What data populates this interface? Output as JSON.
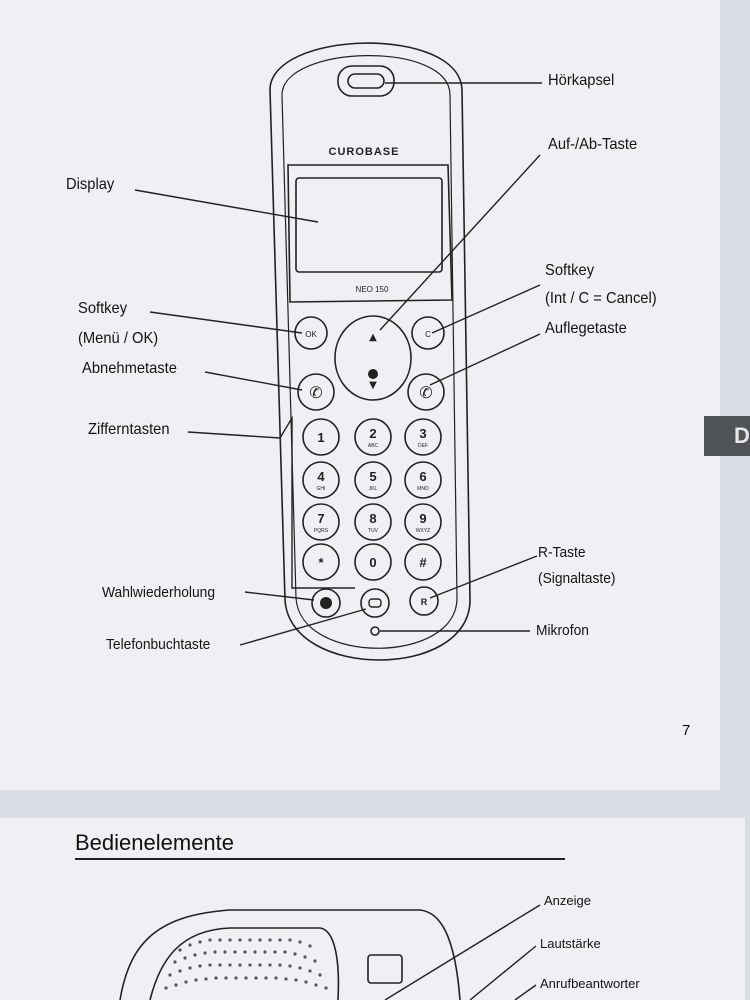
{
  "handset": {
    "brand": "CUROBASE",
    "model": "NEO 150",
    "keys": [
      {
        "digit": "1",
        "sub": ""
      },
      {
        "digit": "2",
        "sub": "ABC"
      },
      {
        "digit": "3",
        "sub": "DEF"
      },
      {
        "digit": "4",
        "sub": "GHI"
      },
      {
        "digit": "5",
        "sub": "JKL"
      },
      {
        "digit": "6",
        "sub": "MNO"
      },
      {
        "digit": "7",
        "sub": "PQRS"
      },
      {
        "digit": "8",
        "sub": "TUV"
      },
      {
        "digit": "9",
        "sub": "WXYZ"
      },
      {
        "digit": "*",
        "sub": ""
      },
      {
        "digit": "0",
        "sub": ""
      },
      {
        "digit": "#",
        "sub": ""
      }
    ],
    "softkey_left_label": "OK",
    "softkey_right_label": "C",
    "r_key_label": "R"
  },
  "labels": {
    "hoerkapsel": "Hörkapsel",
    "auf_ab_taste": "Auf-/Ab-Taste",
    "display": "Display",
    "softkey_right_line1": "Softkey",
    "softkey_right_line2": "(Int / C = Cancel)",
    "softkey_left_line1": "Softkey",
    "softkey_left_line2": "(Menü / OK)",
    "auflegetaste": "Auflegetaste",
    "abnehmetaste": "Abnehmetaste",
    "ziffertasten": "Zifferntasten",
    "r_taste_line1": "R-Taste",
    "r_taste_line2": "(Signaltaste)",
    "wahlwiederholung": "Wahlwiederholung",
    "mikrofon": "Mikrofon",
    "telefonbuchtaste": "Telefonbuchtaste"
  },
  "page_number": "7",
  "side_tab": "D",
  "next_page": {
    "section_title": "Bedienelemente",
    "labels": {
      "anzeige": "Anzeige",
      "lautstaerke": "Lautstärke",
      "anrufbeantworter": "Anrufbeantworter"
    }
  }
}
